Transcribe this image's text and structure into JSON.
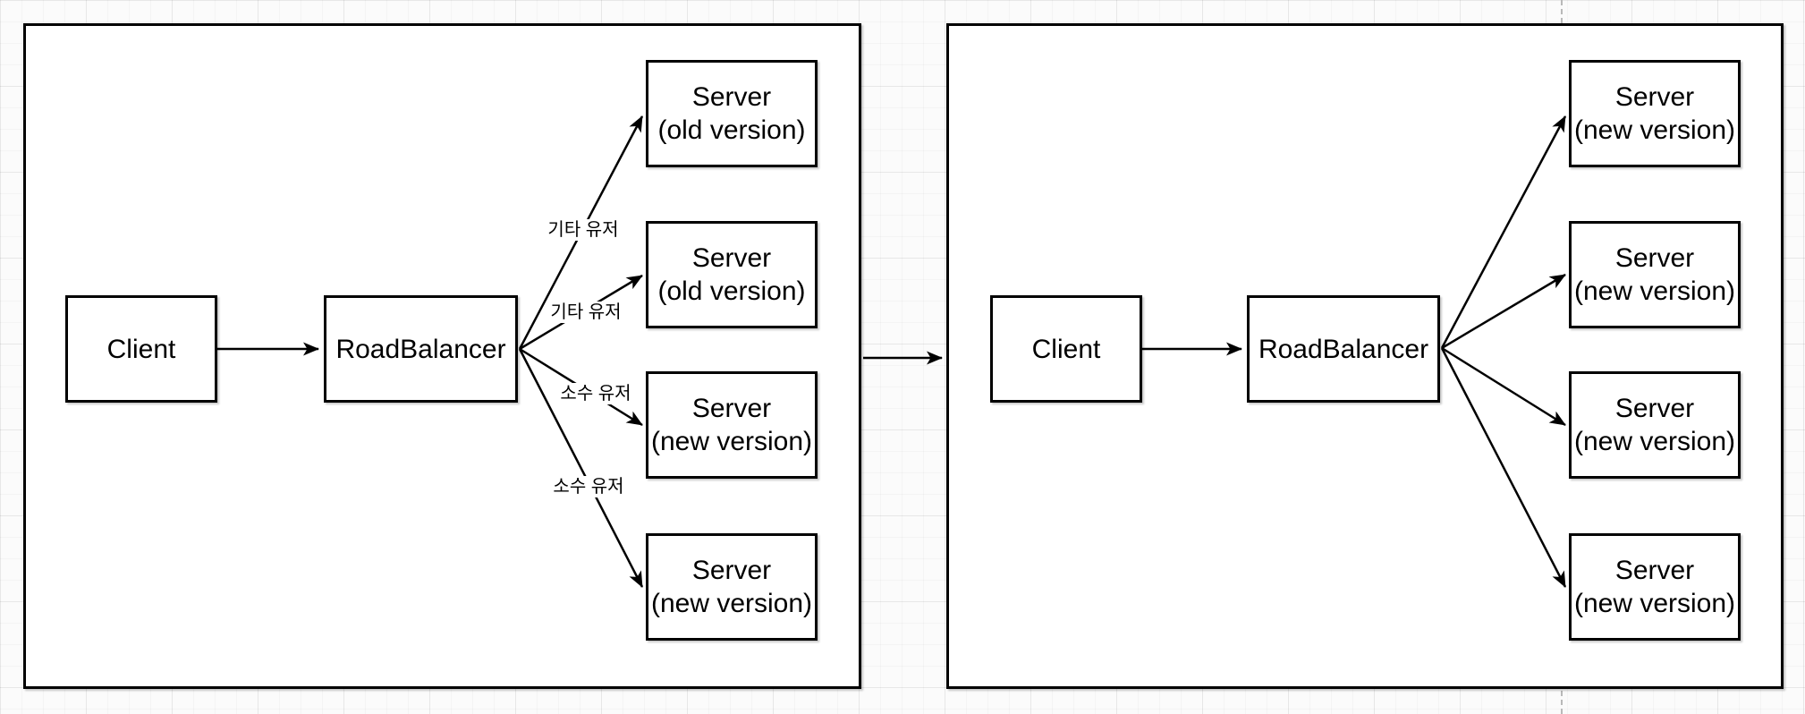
{
  "diagram": {
    "left_panel": {
      "client_label": "Client",
      "balancer_label": "RoadBalancer",
      "servers": [
        {
          "name": "Server",
          "version": "(old version)"
        },
        {
          "name": "Server",
          "version": "(old version)"
        },
        {
          "name": "Server",
          "version": "(new version)"
        },
        {
          "name": "Server",
          "version": "(new version)"
        }
      ],
      "edge_labels": [
        "기타 유저",
        "기타 유저",
        "소수 유저",
        "소수 유저"
      ]
    },
    "right_panel": {
      "client_label": "Client",
      "balancer_label": "RoadBalancer",
      "servers": [
        {
          "name": "Server",
          "version": "(new version)"
        },
        {
          "name": "Server",
          "version": "(new version)"
        },
        {
          "name": "Server",
          "version": "(new version)"
        },
        {
          "name": "Server",
          "version": "(new version)"
        }
      ]
    }
  },
  "colors": {
    "canvas_background": "#fbfbfb",
    "shape_fill": "#ffffff",
    "stroke": "#000000",
    "page_break": "#b9b9b9"
  }
}
